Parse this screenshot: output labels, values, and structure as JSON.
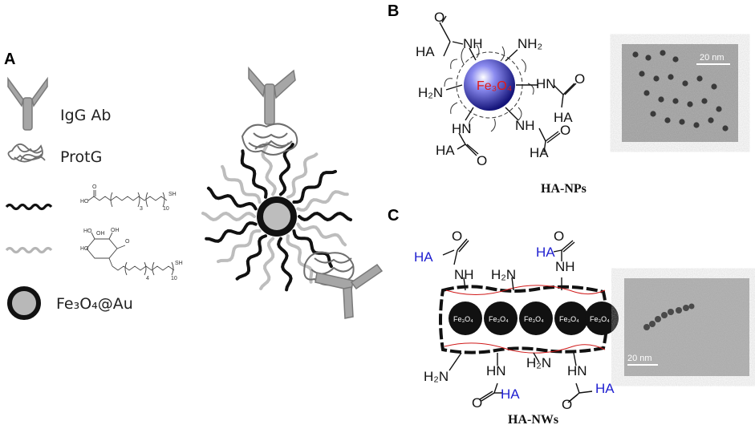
{
  "panels": {
    "a": "A",
    "b": "B",
    "c": "C"
  },
  "legend": {
    "igg": "IgG Ab",
    "protg": "ProtG",
    "particle": "Fe₃O₄@Au"
  },
  "linker1": {
    "ho": "HO",
    "o": "O",
    "sub3": "3",
    "sub10": "10",
    "sh": "SH"
  },
  "linker2": {
    "ho": "HO",
    "oh": "OH",
    "o": "O",
    "sub4": "4",
    "sub10": "10",
    "sh": "SH"
  },
  "panel_b": {
    "core": "Fe₃O₄",
    "caption": "HA-NPs",
    "scale": "20 nm",
    "ha": "HA",
    "nh": "NH",
    "hn": "HN",
    "nh2": "NH₂",
    "h2n": "H₂N",
    "o": "O"
  },
  "panel_c": {
    "core": "Fe₃O₄",
    "caption": "HA-NWs",
    "scale": "20 nm",
    "ha": "HA",
    "nh": "NH",
    "hn": "HN",
    "h2n": "H₂N",
    "o": "O"
  },
  "colors": {
    "ha_blue": "#1f1fd0",
    "fe_red": "#e01a1a",
    "sphere": "#2c2c9e",
    "dark": "#111111",
    "gray": "#9a9a9a"
  }
}
